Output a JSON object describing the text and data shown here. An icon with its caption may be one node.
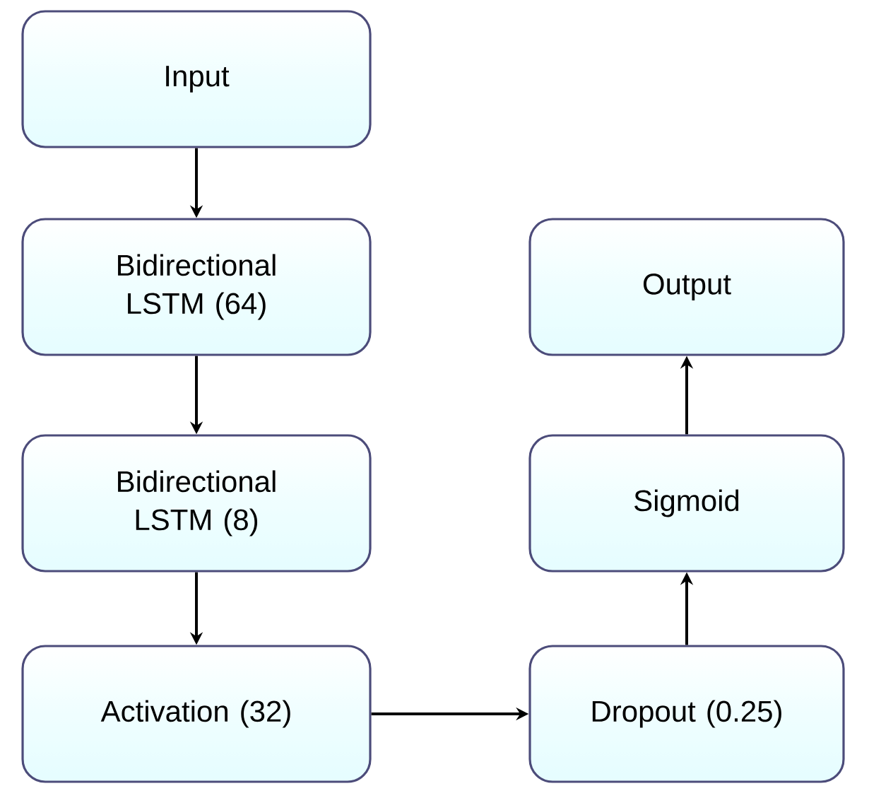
{
  "diagram": {
    "nodes": [
      {
        "text": [
          "Input"
        ]
      },
      {
        "text": [
          "Bidirectional LSTM (64)"
        ]
      },
      {
        "text": [
          "Bidirectional LSTM (8)"
        ]
      },
      {
        "text": [
          "Activation (32)"
        ]
      },
      {
        "text": [
          "Dropout (0.25)"
        ]
      },
      {
        "text": [
          "Sigmoid"
        ]
      },
      {
        "text": [
          "Output"
        ]
      }
    ],
    "edges": [
      {
        "from": 0,
        "to": 1,
        "arrow": "to"
      },
      {
        "from": 1,
        "to": 2,
        "arrow": "to"
      },
      {
        "from": 2,
        "to": 3,
        "arrow": "to"
      },
      {
        "from": 3,
        "to": 4,
        "arrow": "to"
      },
      {
        "from": 4,
        "to": 5,
        "arrow": "to"
      },
      {
        "from": 5,
        "to": 6,
        "arrow": "to"
      }
    ]
  }
}
